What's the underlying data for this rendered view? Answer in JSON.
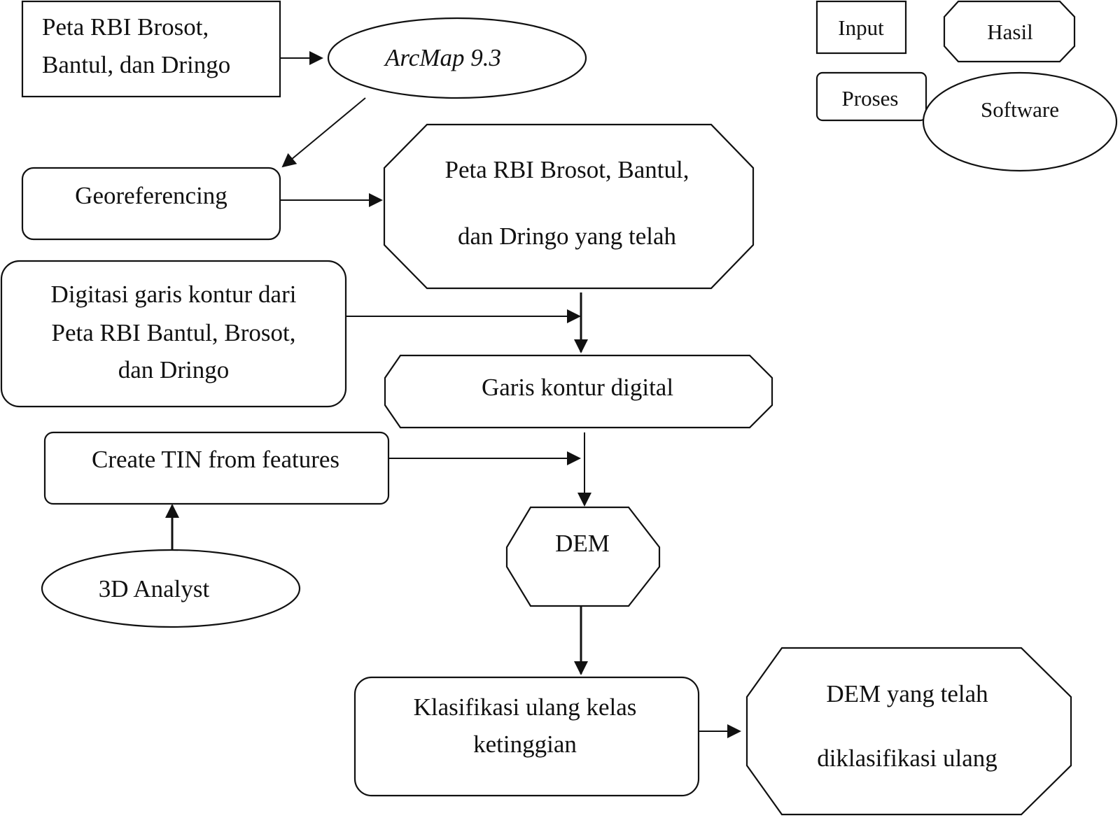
{
  "nodes": {
    "input_maps": {
      "line1": "Peta RBI Brosot,",
      "line2": "Bantul, dan Dringo"
    },
    "arcmap": {
      "label": "ArcMap 9.3"
    },
    "georeferencing": {
      "label": "Georeferencing"
    },
    "georef_result": {
      "line1": "Peta RBI Brosot, Bantul,",
      "line2": "dan Dringo yang telah"
    },
    "digitize": {
      "line1": "Digitasi garis kontur dari",
      "line2": "Peta RBI Bantul, Brosot,",
      "line3": "dan Dringo"
    },
    "contour": {
      "label": "Garis kontur digital"
    },
    "create_tin": {
      "label": "Create TIN from features"
    },
    "analyst_3d": {
      "label": "3D Analyst"
    },
    "dem": {
      "label": "DEM"
    },
    "reclass": {
      "line1": "Klasifikasi ulang kelas",
      "line2": "ketinggian"
    },
    "dem_reclass": {
      "line1": "DEM yang telah",
      "line2": "diklasifikasi ulang"
    }
  },
  "legend": {
    "input": "Input",
    "hasil": "Hasil",
    "proses": "Proses",
    "software": "Software"
  }
}
